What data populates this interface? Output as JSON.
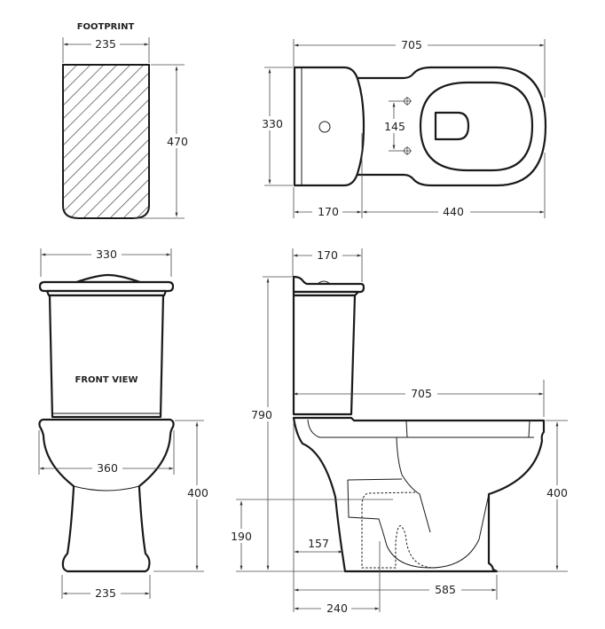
{
  "footprint": {
    "title": "FOOTPRINT",
    "width": "235",
    "depth": "470"
  },
  "top_view": {
    "overall_length": "705",
    "width": "330",
    "fixing_spacing": "145",
    "cistern_depth": "170",
    "pan_length": "440"
  },
  "front_view": {
    "title": "FRONT VIEW",
    "cistern_width": "330",
    "pan_width": "360",
    "pan_height": "400",
    "base_width": "235"
  },
  "side_view": {
    "cistern_depth": "170",
    "overall_height": "790",
    "overall_length": "705",
    "pan_height": "400",
    "outlet_height": "190",
    "wall_to_base": "157",
    "base_length": "585",
    "set_out": "240"
  }
}
